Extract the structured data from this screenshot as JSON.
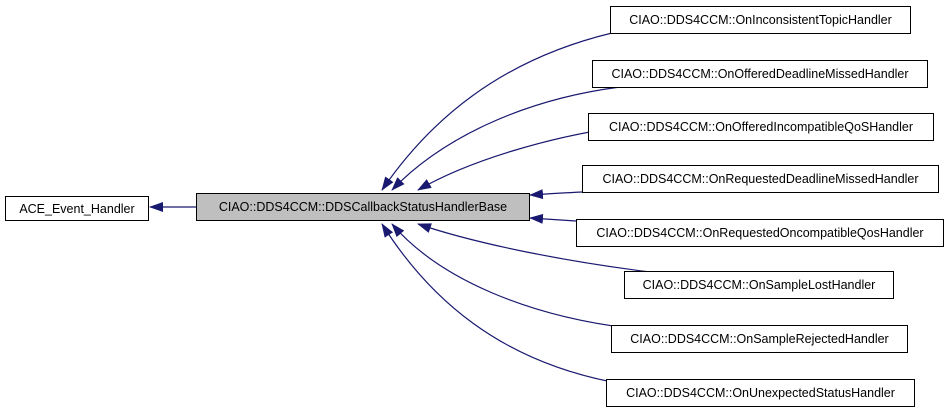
{
  "diagram": {
    "edge_color": "#191970",
    "current_fill": "#bfbfbf",
    "nodes": {
      "ace": "ACE_Event_Handler",
      "base": "CIAO::DDS4CCM::DDSCallbackStatusHandlerBase",
      "c0": "CIAO::DDS4CCM::OnInconsistentTopicHandler",
      "c1": "CIAO::DDS4CCM::OnOfferedDeadlineMissedHandler",
      "c2": "CIAO::DDS4CCM::OnOfferedIncompatibleQoSHandler",
      "c3": "CIAO::DDS4CCM::OnRequestedDeadlineMissedHandler",
      "c4": "CIAO::DDS4CCM::OnRequestedOncompatibleQosHandler",
      "c5": "CIAO::DDS4CCM::OnSampleLostHandler",
      "c6": "CIAO::DDS4CCM::OnSampleRejectedHandler",
      "c7": "CIAO::DDS4CCM::OnUnexpectedStatusHandler"
    },
    "edges": [
      {
        "from": "base",
        "to": "ace"
      },
      {
        "from": "c0",
        "to": "base"
      },
      {
        "from": "c1",
        "to": "base"
      },
      {
        "from": "c2",
        "to": "base"
      },
      {
        "from": "c3",
        "to": "base"
      },
      {
        "from": "c4",
        "to": "base"
      },
      {
        "from": "c5",
        "to": "base"
      },
      {
        "from": "c6",
        "to": "base"
      },
      {
        "from": "c7",
        "to": "base"
      }
    ]
  }
}
